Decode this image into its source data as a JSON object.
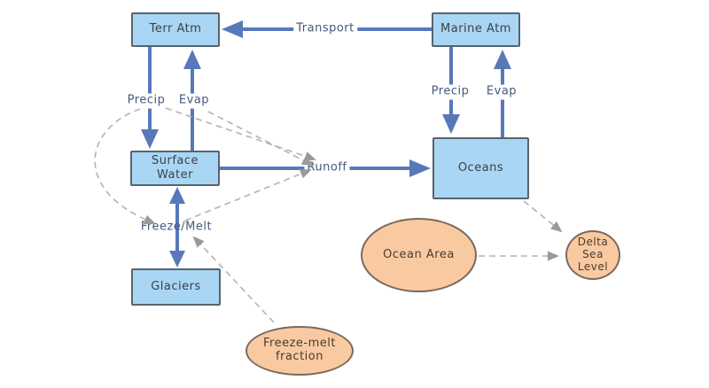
{
  "diagram": {
    "stocks": [
      {
        "label": "Terr Atm"
      },
      {
        "label": "Marine Atm"
      },
      {
        "label": "Surface Water"
      },
      {
        "label": "Oceans"
      },
      {
        "label": "Glaciers"
      }
    ],
    "converters": [
      {
        "label": "Ocean Area"
      },
      {
        "label": "Freeze-melt fraction"
      },
      {
        "label": "Delta Sea Level"
      }
    ],
    "flows": [
      {
        "label": "Transport",
        "from": "Marine Atm",
        "to": "Terr Atm"
      },
      {
        "label": "Precip",
        "from": "Terr Atm",
        "to": "Surface Water"
      },
      {
        "label": "Evap",
        "from": "Surface Water",
        "to": "Terr Atm"
      },
      {
        "label": "Precip",
        "from": "Marine Atm",
        "to": "Oceans"
      },
      {
        "label": "Evap",
        "from": "Oceans",
        "to": "Marine Atm"
      },
      {
        "label": "Runoff",
        "from": "Surface Water",
        "to": "Oceans"
      },
      {
        "label": "Freeze/Melt",
        "from": "Surface Water",
        "to": "Glaciers",
        "bidirectional": true
      }
    ],
    "connectors": [
      {
        "from": "Precip (Terr Atm)",
        "to": "Freeze/Melt"
      },
      {
        "from": "Precip (Terr Atm)",
        "to": "Runoff"
      },
      {
        "from": "Evap (Terr Atm)",
        "to": "Runoff"
      },
      {
        "from": "Freeze/Melt",
        "to": "Runoff"
      },
      {
        "from": "Freeze-melt fraction",
        "to": "Freeze/Melt"
      },
      {
        "from": "Oceans",
        "to": "Delta Sea Level"
      },
      {
        "from": "Ocean Area",
        "to": "Delta Sea Level"
      }
    ],
    "colors": {
      "stock_fill": "#a9d6f5",
      "stock_border": "#56646f",
      "flow_arrow": "#5878ba",
      "flow_label_text": "#46587f",
      "converter_fill": "#f9caa2",
      "converter_border": "#7d695b",
      "connector_gray": "#b3b3b3",
      "stock_text": "#3c4146",
      "converter_text": "#4a3b2e",
      "background": "#ffffff"
    }
  }
}
